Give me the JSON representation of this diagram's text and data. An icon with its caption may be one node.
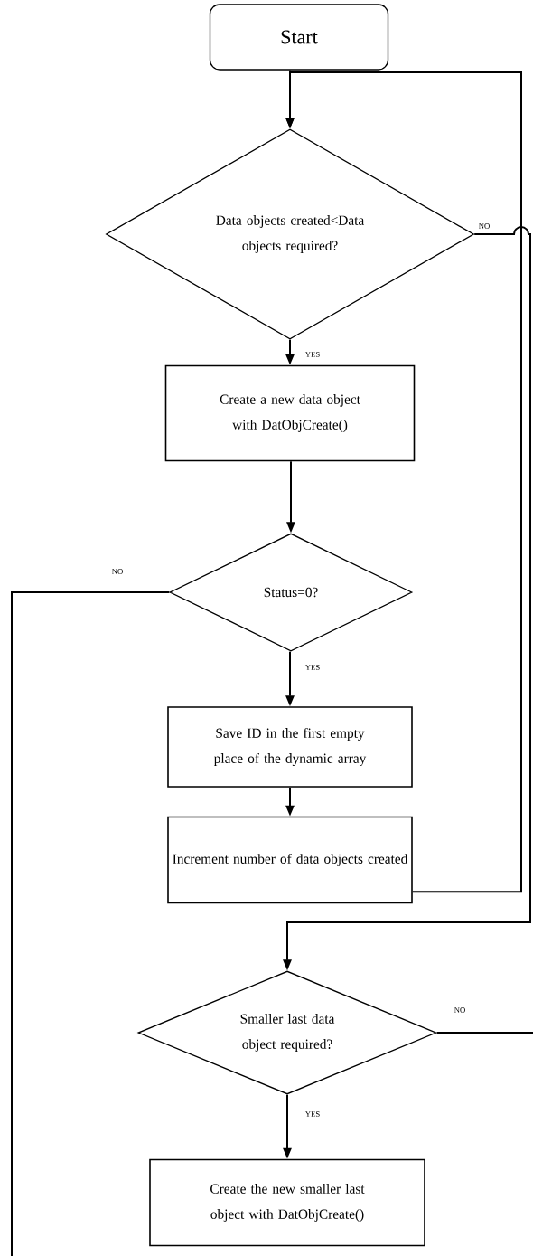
{
  "diagram": {
    "nodes": [
      {
        "text": [
          "Start"
        ]
      },
      {
        "text": [
          "Data objects created<Data objects required?"
        ]
      },
      {
        "text": [
          "Create a new data object with DatObjCreate()"
        ]
      },
      {
        "text": [
          "Status=0?"
        ]
      },
      {
        "text": [
          "Save ID in the first empty place of the dynamic array"
        ]
      },
      {
        "text": [
          "Increment number of data objects created"
        ]
      },
      {
        "text": [
          "Smaller last data object required?"
        ]
      },
      {
        "text": [
          "Create the new smaller last object with DatObjCreate()"
        ]
      }
    ],
    "edges": [
      {
        "from": 0,
        "to": 1,
        "arrow": "to"
      },
      {
        "from": 1,
        "to": 2,
        "arrow": "to",
        "label": "YES"
      },
      {
        "from": 2,
        "to": 3,
        "arrow": "to"
      },
      {
        "from": 3,
        "to": 4,
        "arrow": "to",
        "label": "YES"
      },
      {
        "from": 4,
        "to": 5,
        "arrow": "to"
      },
      {
        "from": 5,
        "to": 1,
        "arrow": "to"
      },
      {
        "from": 1,
        "to": 6,
        "arrow": "to",
        "label": "NO"
      },
      {
        "from": 3,
        "to": null,
        "arrow": "none",
        "label": "NO"
      },
      {
        "from": 6,
        "to": null,
        "arrow": "none",
        "label": "NO"
      },
      {
        "from": 6,
        "to": 7,
        "arrow": "to",
        "label": "YES"
      }
    ]
  }
}
